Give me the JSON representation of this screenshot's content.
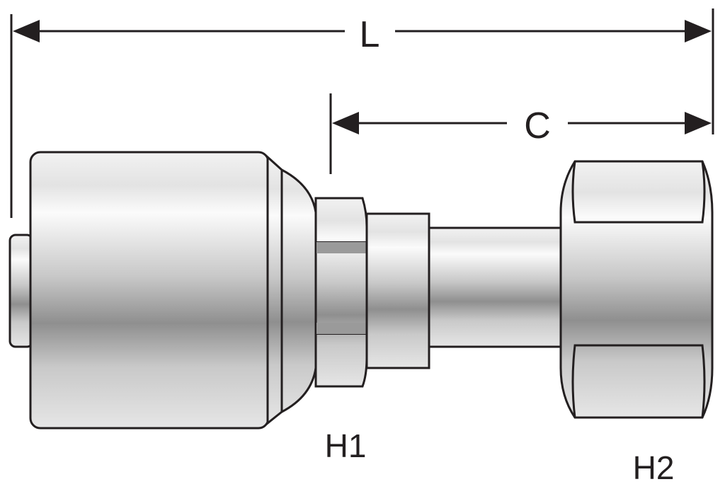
{
  "diagram": {
    "dimensions": {
      "overall_length": "L",
      "cut_length": "C"
    },
    "parts": {
      "hex_1": "H1",
      "hex_2": "H2"
    },
    "colors": {
      "outline": "#231f20",
      "metal_light": "#f4f4f4",
      "metal_dark": "#8e8e8e"
    }
  }
}
